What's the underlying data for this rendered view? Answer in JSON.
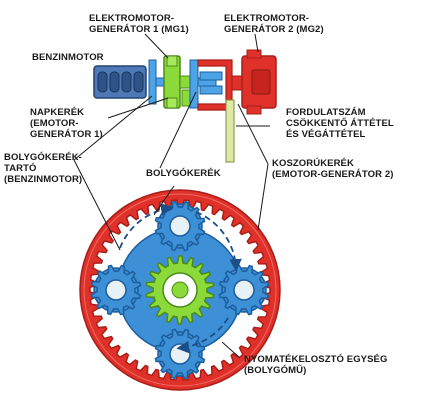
{
  "labels": {
    "mg1_line1": "ELEKTROMOTOR-",
    "mg1_line2": "GENERÁTOR 1 (MG1)",
    "mg2_line1": "ELEKTROMOTOR-",
    "mg2_line2": "GENERÁTOR 2 (MG2)",
    "engine": "BENZINMOTOR",
    "sun_line1": "NAPKERÉK",
    "sun_line2": "(EMOTOR-",
    "sun_line3": "GENERÁTOR 1)",
    "reduction_line1": "FORDULATSZÁM",
    "reduction_line2": "CSÖKKENTŐ ÁTTÉTEL",
    "reduction_line3": "ÉS VÉGÁTTÉTEL",
    "carrier_line1": "BOLYGÓKERÉK-",
    "carrier_line2": "TARTÓ",
    "carrier_line3": "(BENZINMOTOR)",
    "planet": "BOLYGÓKERÉK",
    "ring_line1": "KOSZORÚKERÉK",
    "ring_line2": "(EMOTOR-GENERÁTOR 2)",
    "psd_line1": "NYOMATÉKELOSZTÓ EGYSÉG",
    "psd_line2": "(BOLYGÓMŰ)"
  },
  "colors": {
    "ring": "#e0302a",
    "ring_dark": "#a81e18",
    "carrier": "#3d8fd6",
    "carrier_dark": "#1d5f9e",
    "sun": "#8cd93a",
    "sun_dark": "#4c8a18",
    "shaft": "#4ca3e6",
    "engine": "#4d7ab6",
    "mg2": "#e0302a",
    "reduction": "#dfe9a6",
    "gear_hole": "#e8f0f8"
  }
}
